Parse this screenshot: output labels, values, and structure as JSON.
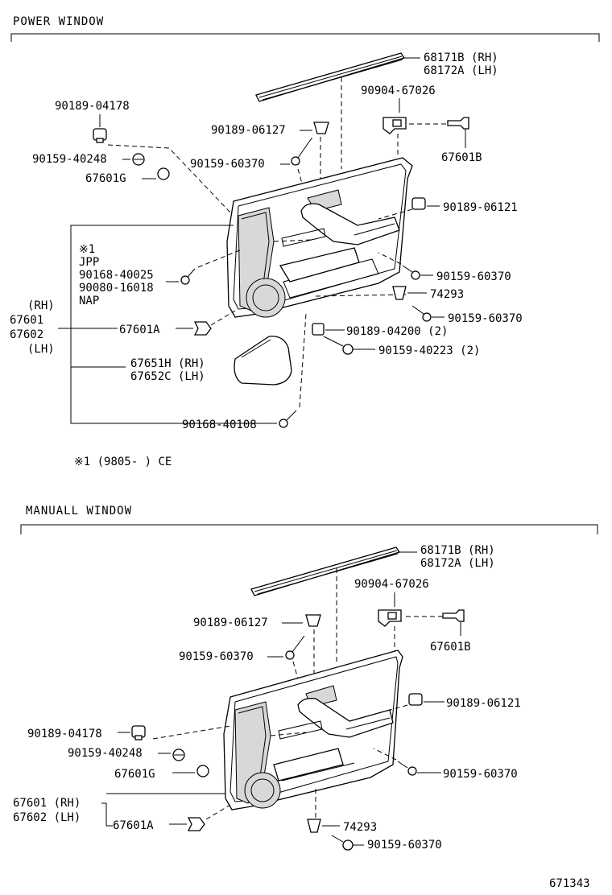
{
  "sections": [
    {
      "title": "POWER WINDOW",
      "labels": {
        "weatherstrip_rh": "68171B (RH)",
        "weatherstrip_lh": "68172A (LH)",
        "bolt_04178": "90189-04178",
        "retainer_67026": "90904-67026",
        "bolt_06127": "90189-06127",
        "screw_40248": "90159-40248",
        "screw_60370_a": "90159-60370",
        "clip_67601b": "67601B",
        "clip_67601g": "67601G",
        "nut_06121": "90189-06121",
        "note_mark": "※1",
        "note_jpp": "JPP",
        "screw_40025": "90168-40025",
        "screw_16018": "90080-16018",
        "note_nap": "NAP",
        "screw_60370_b": "90159-60370",
        "clip_74293": "74293",
        "screw_60370_c": "90159-60370",
        "panel_rh_tag": "(RH)",
        "panel_rh": "67601",
        "panel_lh": "67602",
        "panel_lh_tag": "(LH)",
        "clip_67601a": "67601A",
        "nut_04200": "90189-04200 (2)",
        "screw_40223": "90159-40223 (2)",
        "cover_rh": "67651H (RH)",
        "cover_lh": "67652C (LH)",
        "screw_40108": "90168-40108",
        "footnote": "※1  (9805-      ) CE"
      }
    },
    {
      "title": "MANUALL WINDOW",
      "labels": {
        "weatherstrip_rh": "68171B (RH)",
        "weatherstrip_lh": "68172A (LH)",
        "retainer_67026": "90904-67026",
        "bolt_06127": "90189-06127",
        "clip_67601b": "67601B",
        "screw_60370_a": "90159-60370",
        "nut_06121": "90189-06121",
        "bolt_04178": "90189-04178",
        "screw_40248": "90159-40248",
        "screw_60370_b": "90159-60370",
        "clip_67601g": "67601G",
        "panel_rh": "67601 (RH)",
        "panel_lh": "67602 (LH)",
        "clip_67601a": "67601A",
        "clip_74293": "74293",
        "screw_60370_c": "90159-60370"
      }
    }
  ],
  "figure_number": "671343"
}
